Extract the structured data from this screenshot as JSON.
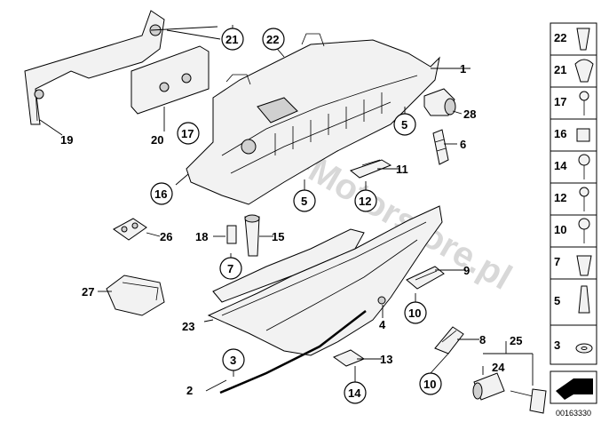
{
  "watermark": "BMW-Motorstore.pl",
  "catalog_id": "00163330",
  "callouts": {
    "c1": "1",
    "c2": "2",
    "c3": "3",
    "c4": "4",
    "c5a": "5",
    "c5b": "5",
    "c6": "6",
    "c7": "7",
    "c8": "8",
    "c9": "9",
    "c10a": "10",
    "c10b": "10",
    "c11": "11",
    "c12": "12",
    "c13": "13",
    "c14": "14",
    "c15": "15",
    "c16": "16",
    "c17": "17",
    "c18": "18",
    "c19": "19",
    "c20": "20",
    "c21": "21",
    "c22": "22",
    "c23": "23",
    "c24": "24",
    "c25": "25",
    "c26": "26",
    "c27": "27",
    "c28": "28"
  },
  "key_panel": [
    "22",
    "21",
    "17",
    "16",
    "14",
    "12",
    "10",
    "7",
    "5",
    "3"
  ]
}
